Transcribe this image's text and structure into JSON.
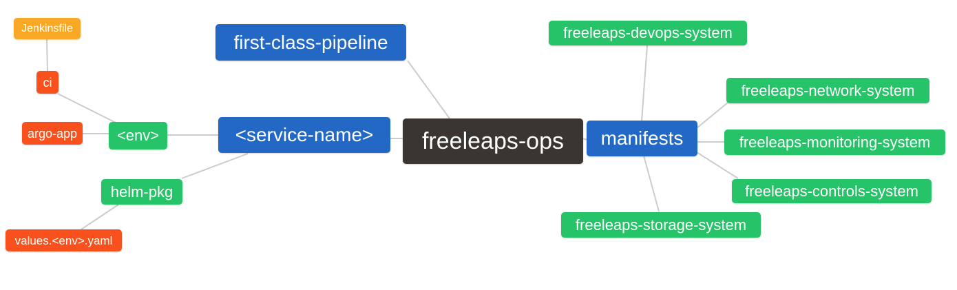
{
  "diagram": {
    "type": "mindmap",
    "root_label": "freeleaps-ops"
  },
  "colors": {
    "blue": "#2268c4",
    "green": "#26c368",
    "red": "#f8511d",
    "orange": "#f9a825",
    "dark": "#3b3531",
    "line": "#cccccc",
    "text": "#ffffff",
    "background": "#ffffff"
  },
  "nodes": [
    {
      "id": "jenkinsfile",
      "label": "Jenkinsfile",
      "color": "orange"
    },
    {
      "id": "ci",
      "label": "ci",
      "color": "red"
    },
    {
      "id": "argo-app",
      "label": "argo-app",
      "color": "red"
    },
    {
      "id": "env",
      "label": "<env>",
      "color": "green"
    },
    {
      "id": "helm-pkg",
      "label": "helm-pkg",
      "color": "green"
    },
    {
      "id": "values-env-yaml",
      "label": "values.<env>.yaml",
      "color": "red"
    },
    {
      "id": "first-class-pipeline",
      "label": "first-class-pipeline",
      "color": "blue"
    },
    {
      "id": "service-name",
      "label": "<service-name>",
      "color": "blue"
    },
    {
      "id": "freeleaps-ops",
      "label": "freeleaps-ops",
      "color": "dark"
    },
    {
      "id": "manifests",
      "label": "manifests",
      "color": "blue"
    },
    {
      "id": "devops-system",
      "label": "freeleaps-devops-system",
      "color": "green"
    },
    {
      "id": "network-system",
      "label": "freeleaps-network-system",
      "color": "green"
    },
    {
      "id": "monitoring-system",
      "label": "freeleaps-monitoring-system",
      "color": "green"
    },
    {
      "id": "controls-system",
      "label": "freeleaps-controls-system",
      "color": "green"
    },
    {
      "id": "storage-system",
      "label": "freeleaps-storage-system",
      "color": "green"
    }
  ],
  "edges": [
    {
      "from": "jenkinsfile",
      "to": "ci"
    },
    {
      "from": "ci",
      "to": "env"
    },
    {
      "from": "argo-app",
      "to": "env"
    },
    {
      "from": "env",
      "to": "service-name"
    },
    {
      "from": "helm-pkg",
      "to": "service-name"
    },
    {
      "from": "values-env-yaml",
      "to": "helm-pkg"
    },
    {
      "from": "first-class-pipeline",
      "to": "freeleaps-ops"
    },
    {
      "from": "service-name",
      "to": "freeleaps-ops"
    },
    {
      "from": "freeleaps-ops",
      "to": "manifests"
    },
    {
      "from": "manifests",
      "to": "devops-system"
    },
    {
      "from": "manifests",
      "to": "network-system"
    },
    {
      "from": "manifests",
      "to": "monitoring-system"
    },
    {
      "from": "manifests",
      "to": "controls-system"
    },
    {
      "from": "manifests",
      "to": "storage-system"
    }
  ]
}
